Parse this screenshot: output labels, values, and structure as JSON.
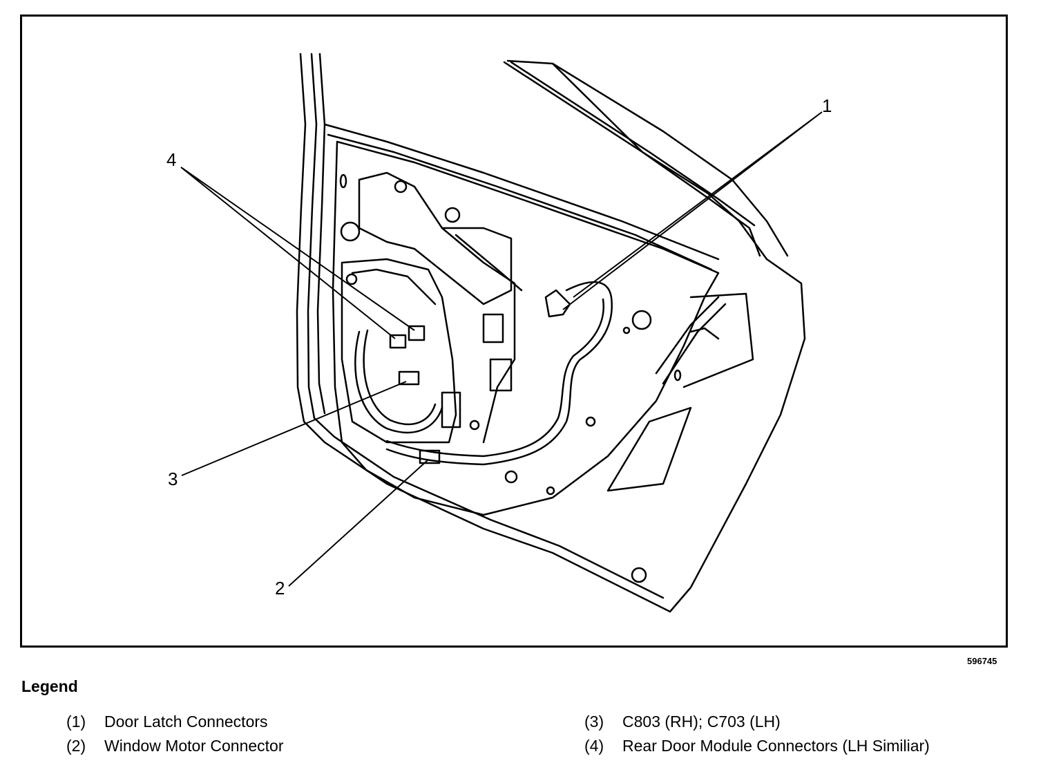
{
  "figure_id": "596745",
  "callouts": [
    "1",
    "2",
    "3",
    "4"
  ],
  "legend": {
    "title": "Legend",
    "items": [
      {
        "num": "(1)",
        "text": "Door Latch Connectors"
      },
      {
        "num": "(2)",
        "text": "Window Motor Connector"
      },
      {
        "num": "(3)",
        "text": "C803 (RH); C703 (LH)"
      },
      {
        "num": "(4)",
        "text": "Rear Door Module Connectors (LH Similiar)"
      }
    ]
  }
}
